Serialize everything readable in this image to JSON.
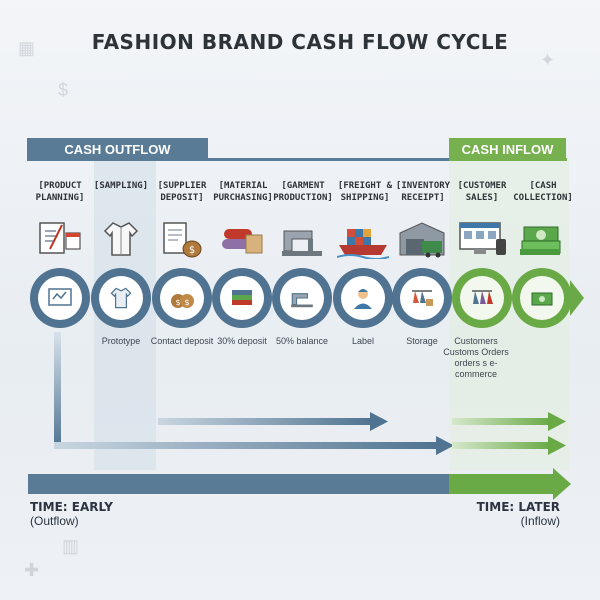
{
  "title": "FASHION BRAND CASH FLOW CYCLE",
  "bands": {
    "outflow": "CASH OUTFLOW",
    "inflow": "CASH INFLOW"
  },
  "stages": [
    {
      "label": "[PRODUCT PLANNING]",
      "icon": "sketchbook-icon",
      "node_icon": "sketch-board-icon",
      "sub": "",
      "phase": "out"
    },
    {
      "label": "[SAMPLING]",
      "icon": "shirt-icon",
      "node_icon": "shirt-icon",
      "sub": "Prototype",
      "phase": "out"
    },
    {
      "label": "[SUPPLIER DEPOSIT]",
      "icon": "contract-moneybag-icon",
      "node_icon": "money-bags-icon",
      "sub": "Contact deposit",
      "phase": "out"
    },
    {
      "label": "[MATERIAL PURCHASING]",
      "icon": "fabric-rolls-icon",
      "node_icon": "fabric-stack-icon",
      "sub": "30% deposit",
      "phase": "out"
    },
    {
      "label": "[GARMENT PRODUCTION]",
      "icon": "sewing-machine-icon",
      "node_icon": "sewing-machine-icon",
      "sub": "50% balance",
      "phase": "out"
    },
    {
      "label": "[FREIGHT & SHIPPING]",
      "icon": "cargo-ship-icon",
      "node_icon": "worker-icon",
      "sub": "Label",
      "phase": "out"
    },
    {
      "label": "[INVENTORY RECEIPT]",
      "icon": "warehouse-icon",
      "node_icon": "clothes-rack-icon",
      "sub": "Storage",
      "phase": "out"
    },
    {
      "label": "[CUSTOMER SALES]",
      "icon": "ecommerce-screen-icon",
      "node_icon": "garment-rack-icon",
      "sub": "Customers Customs Orders orders s e-commerce",
      "phase": "in"
    },
    {
      "label": "[CASH COLLECTION]",
      "icon": "cash-stack-icon",
      "node_icon": "cash-register-icon",
      "sub": "",
      "phase": "in"
    }
  ],
  "timeline": {
    "early_label": "TIME: EARLY",
    "early_sub": "(Outflow)",
    "later_label": "TIME: LATER",
    "later_sub": "(Inflow)"
  },
  "colors": {
    "outflow": "#5a7b96",
    "inflow": "#6aaa46",
    "title": "#2d3338"
  }
}
